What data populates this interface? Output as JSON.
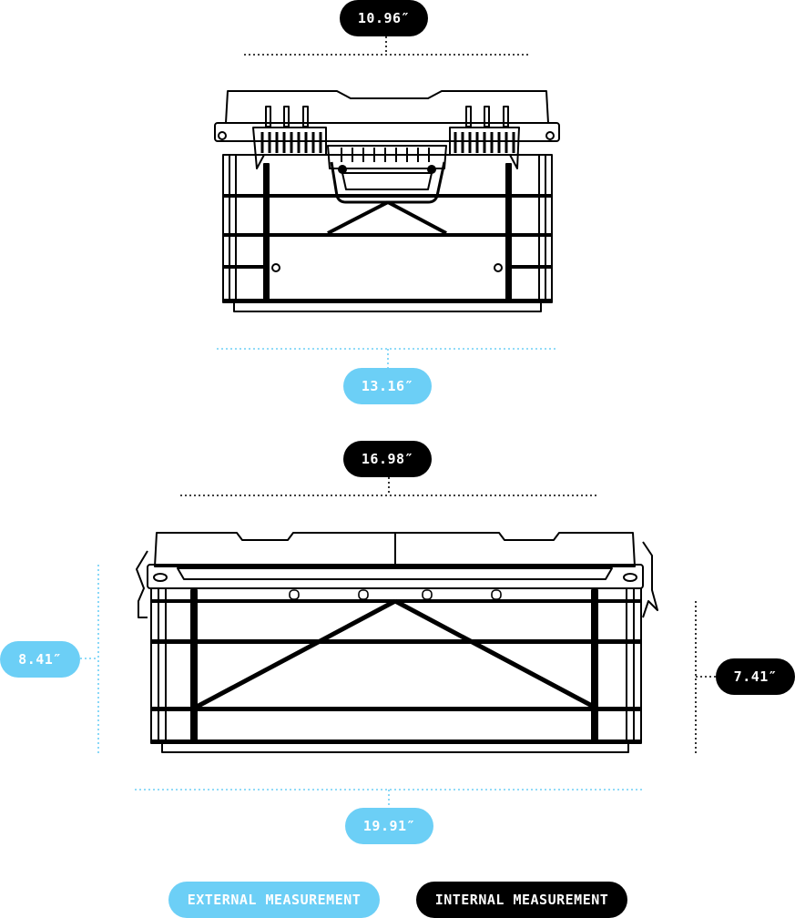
{
  "front_view": {
    "internal_width": "10.96″",
    "external_width": "13.16″"
  },
  "side_view": {
    "internal_length": "16.98″",
    "external_length": "19.91″",
    "external_height": "8.41″",
    "internal_height": "7.41″"
  },
  "legend": {
    "external_label": "EXTERNAL MEASUREMENT",
    "internal_label": "INTERNAL MEASUREMENT"
  },
  "colors": {
    "external": "#6ccff6",
    "internal": "#000000",
    "line": "#000000"
  }
}
